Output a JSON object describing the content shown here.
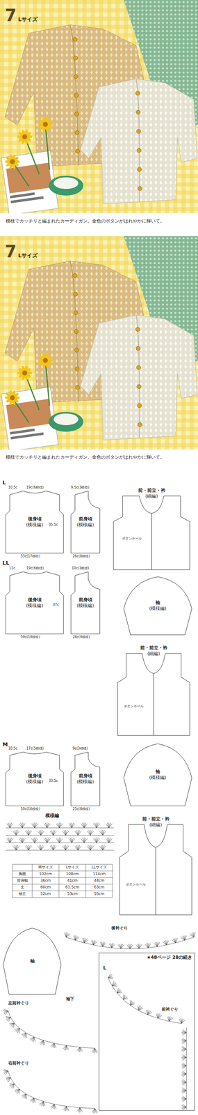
{
  "diagram": {
    "nodes": [
      {
        "text": [
          "後身頃",
          "(模様編)"
        ]
      },
      {
        "text": [
          "前身頃",
          "(模様編)"
        ]
      },
      {
        "text": [
          "前・前立・衿",
          "(細編)"
        ]
      },
      {
        "text": [
          "後身頃",
          "(模様編)"
        ]
      },
      {
        "text": [
          "前身頃",
          "(模様編)"
        ]
      },
      {
        "text": [
          "袖",
          "(模様編)"
        ]
      },
      {
        "text": [
          "前・前立・衿",
          "(細編)"
        ]
      },
      {
        "text": [
          "後身頃",
          "(模様編)"
        ]
      },
      {
        "text": [
          "前身頃",
          "(模様編)"
        ]
      },
      {
        "text": [
          "袖",
          "(模様編)"
        ]
      },
      {
        "text": [
          "前・前立・衿",
          "(細編)"
        ]
      },
      {
        "text": [
          "袖"
        ]
      },
      {
        "text": [
          "★48ページ 28の続き"
        ]
      }
    ],
    "labels": [
      "7",
      "Lサイズ",
      "模様でカッチリと編まれたカーディガン。金色のボタンがはれやかに輝いて。",
      "7",
      "Lサイズ",
      "模様でカッチリと編まれたカーディガン。金色のボタンがはれやかに輝いて。",
      "L",
      "10.5c",
      "19c(6模様)",
      "35.5c",
      "53c(17模様)",
      "9.5c(3模様)",
      "26c(8模様)",
      "LL",
      "11c",
      "19c(6模様)",
      "37c",
      "59c(19模様)",
      "10c(3模様)",
      "28c(9模様)",
      "M",
      "10.5c",
      "17c(5模様)",
      "33.5c",
      "50c(16模様)",
      "9c(3模様)",
      "25c(8模様)",
      "模様編",
      "Mサイズ",
      "Lサイズ",
      "LLサイズ",
      "胸囲",
      "102cm",
      "108cm",
      "114cm",
      "背肩幅",
      "36cm",
      "41cm",
      "44cm",
      "丈",
      "60cm",
      "61.5cm",
      "63cm",
      "袖丈",
      "52cm",
      "53cm",
      "55cm",
      "ボタンホール",
      "ボタンホール",
      "ボタンホール",
      "後衿ぐり",
      "左前衿ぐり",
      "右前衿ぐり",
      "袖下",
      "L",
      "前衿ぐり"
    ]
  }
}
